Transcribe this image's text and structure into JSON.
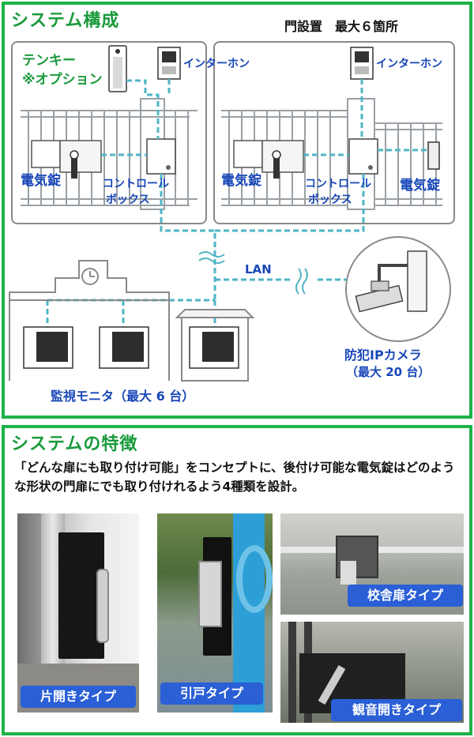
{
  "system": {
    "title": "システム構成",
    "gate_note": "門設置　最大６箇所",
    "tenkey_line1": "テンキー",
    "tenkey_line2": "※オプション",
    "intercom_left": "インターホン",
    "intercom_right": "インターホン",
    "lock_left": "電気錠",
    "lock_mid": "電気錠",
    "lock_right": "電気錠",
    "control_left_1": "コントロール",
    "control_left_2": "ボックス",
    "control_right_1": "コントロール",
    "control_right_2": "ボックス",
    "lan": "LAN",
    "monitor_caption": "監視モニタ（最大 6 台）",
    "camera_line1": "防犯IPカメラ",
    "camera_line2": "（最大 20 台）"
  },
  "features": {
    "title": "システムの特徴",
    "description": "「どんな扉にも取り付け可能」をコンセプトに、後付け可能な電気錠はどのような形状の門扉にでも取り付けれるよう4種類を設計。",
    "types": [
      {
        "label": "片開きタイプ"
      },
      {
        "label": "引戸タイプ"
      },
      {
        "label": "校舎扉タイプ"
      },
      {
        "label": "観音開きタイプ"
      }
    ]
  },
  "colors": {
    "accent_green": "#1fb24a",
    "label_blue": "#1746b8",
    "tag_blue": "#2a5fd6",
    "wire_teal": "#4fb5c6"
  }
}
